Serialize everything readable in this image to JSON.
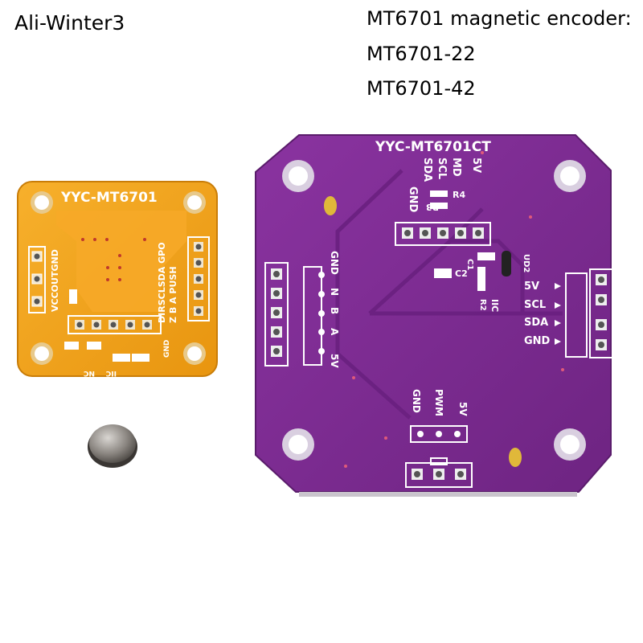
{
  "brand": "Ali-Winter3",
  "caption": {
    "line1": "MT6701 magnetic encoder:",
    "line2": "MT6701-22",
    "line3": "MT6701-42"
  },
  "orange_board": {
    "title": "YYC-MT6701",
    "pins_left": [
      "VCC",
      "OUT",
      "GND"
    ],
    "pins_right": [
      "GPO",
      "A",
      "B",
      "Z",
      "PUSH"
    ],
    "pins_bottom": [
      "DIR",
      "SCL",
      "SDA"
    ],
    "misc": [
      "IIC",
      "NC",
      "GND"
    ],
    "color": "#f4a31c"
  },
  "purple_board": {
    "title": "YYC-MT6701CT",
    "pins_top": [
      "GND",
      "SDA",
      "SCL",
      "MD",
      "5V"
    ],
    "pins_left": [
      "GND",
      "N",
      "B",
      "A",
      "5V"
    ],
    "pins_right": [
      "5V",
      "SCL",
      "SDA",
      "GND"
    ],
    "pins_bottom": [
      "GND",
      "PWM",
      "5V"
    ],
    "components": [
      "R4",
      "R3",
      "C1",
      "C2",
      "R2",
      "UD2",
      "IIC"
    ],
    "color": "#7c2a8f"
  },
  "magnet": {
    "color": "#8a8580"
  }
}
